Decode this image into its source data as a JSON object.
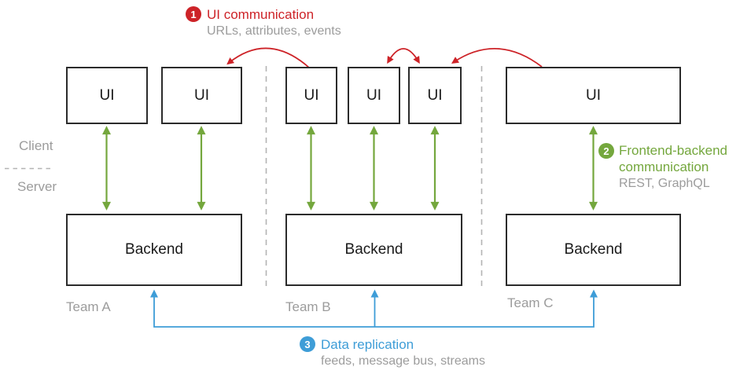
{
  "teams": [
    {
      "name": "Team A",
      "ui_boxes": [
        "UI",
        "UI"
      ],
      "backend": "Backend"
    },
    {
      "name": "Team B",
      "ui_boxes": [
        "UI",
        "UI",
        "UI"
      ],
      "backend": "Backend"
    },
    {
      "name": "Team C",
      "ui_boxes": [
        "UI"
      ],
      "backend": "Backend"
    }
  ],
  "layer_labels": {
    "client": "Client",
    "server": "Server"
  },
  "annotations": {
    "ui_communication": {
      "badge": "1",
      "title": "UI communication",
      "subtitle": "URLs, attributes, events"
    },
    "frontend_backend": {
      "badge": "2",
      "title_line1": "Frontend-backend",
      "title_line2": "communication",
      "subtitle": "REST, GraphQL"
    },
    "data_replication": {
      "badge": "3",
      "title": "Data replication",
      "subtitle": "feeds, message bus, streams"
    }
  },
  "colors": {
    "red": "#cd2328",
    "green": "#74a73d",
    "blue": "#3e9dd7",
    "gray_text": "#9c9c9c",
    "dash_gray": "#b4b4b4",
    "box_border": "#2b2b2b"
  }
}
